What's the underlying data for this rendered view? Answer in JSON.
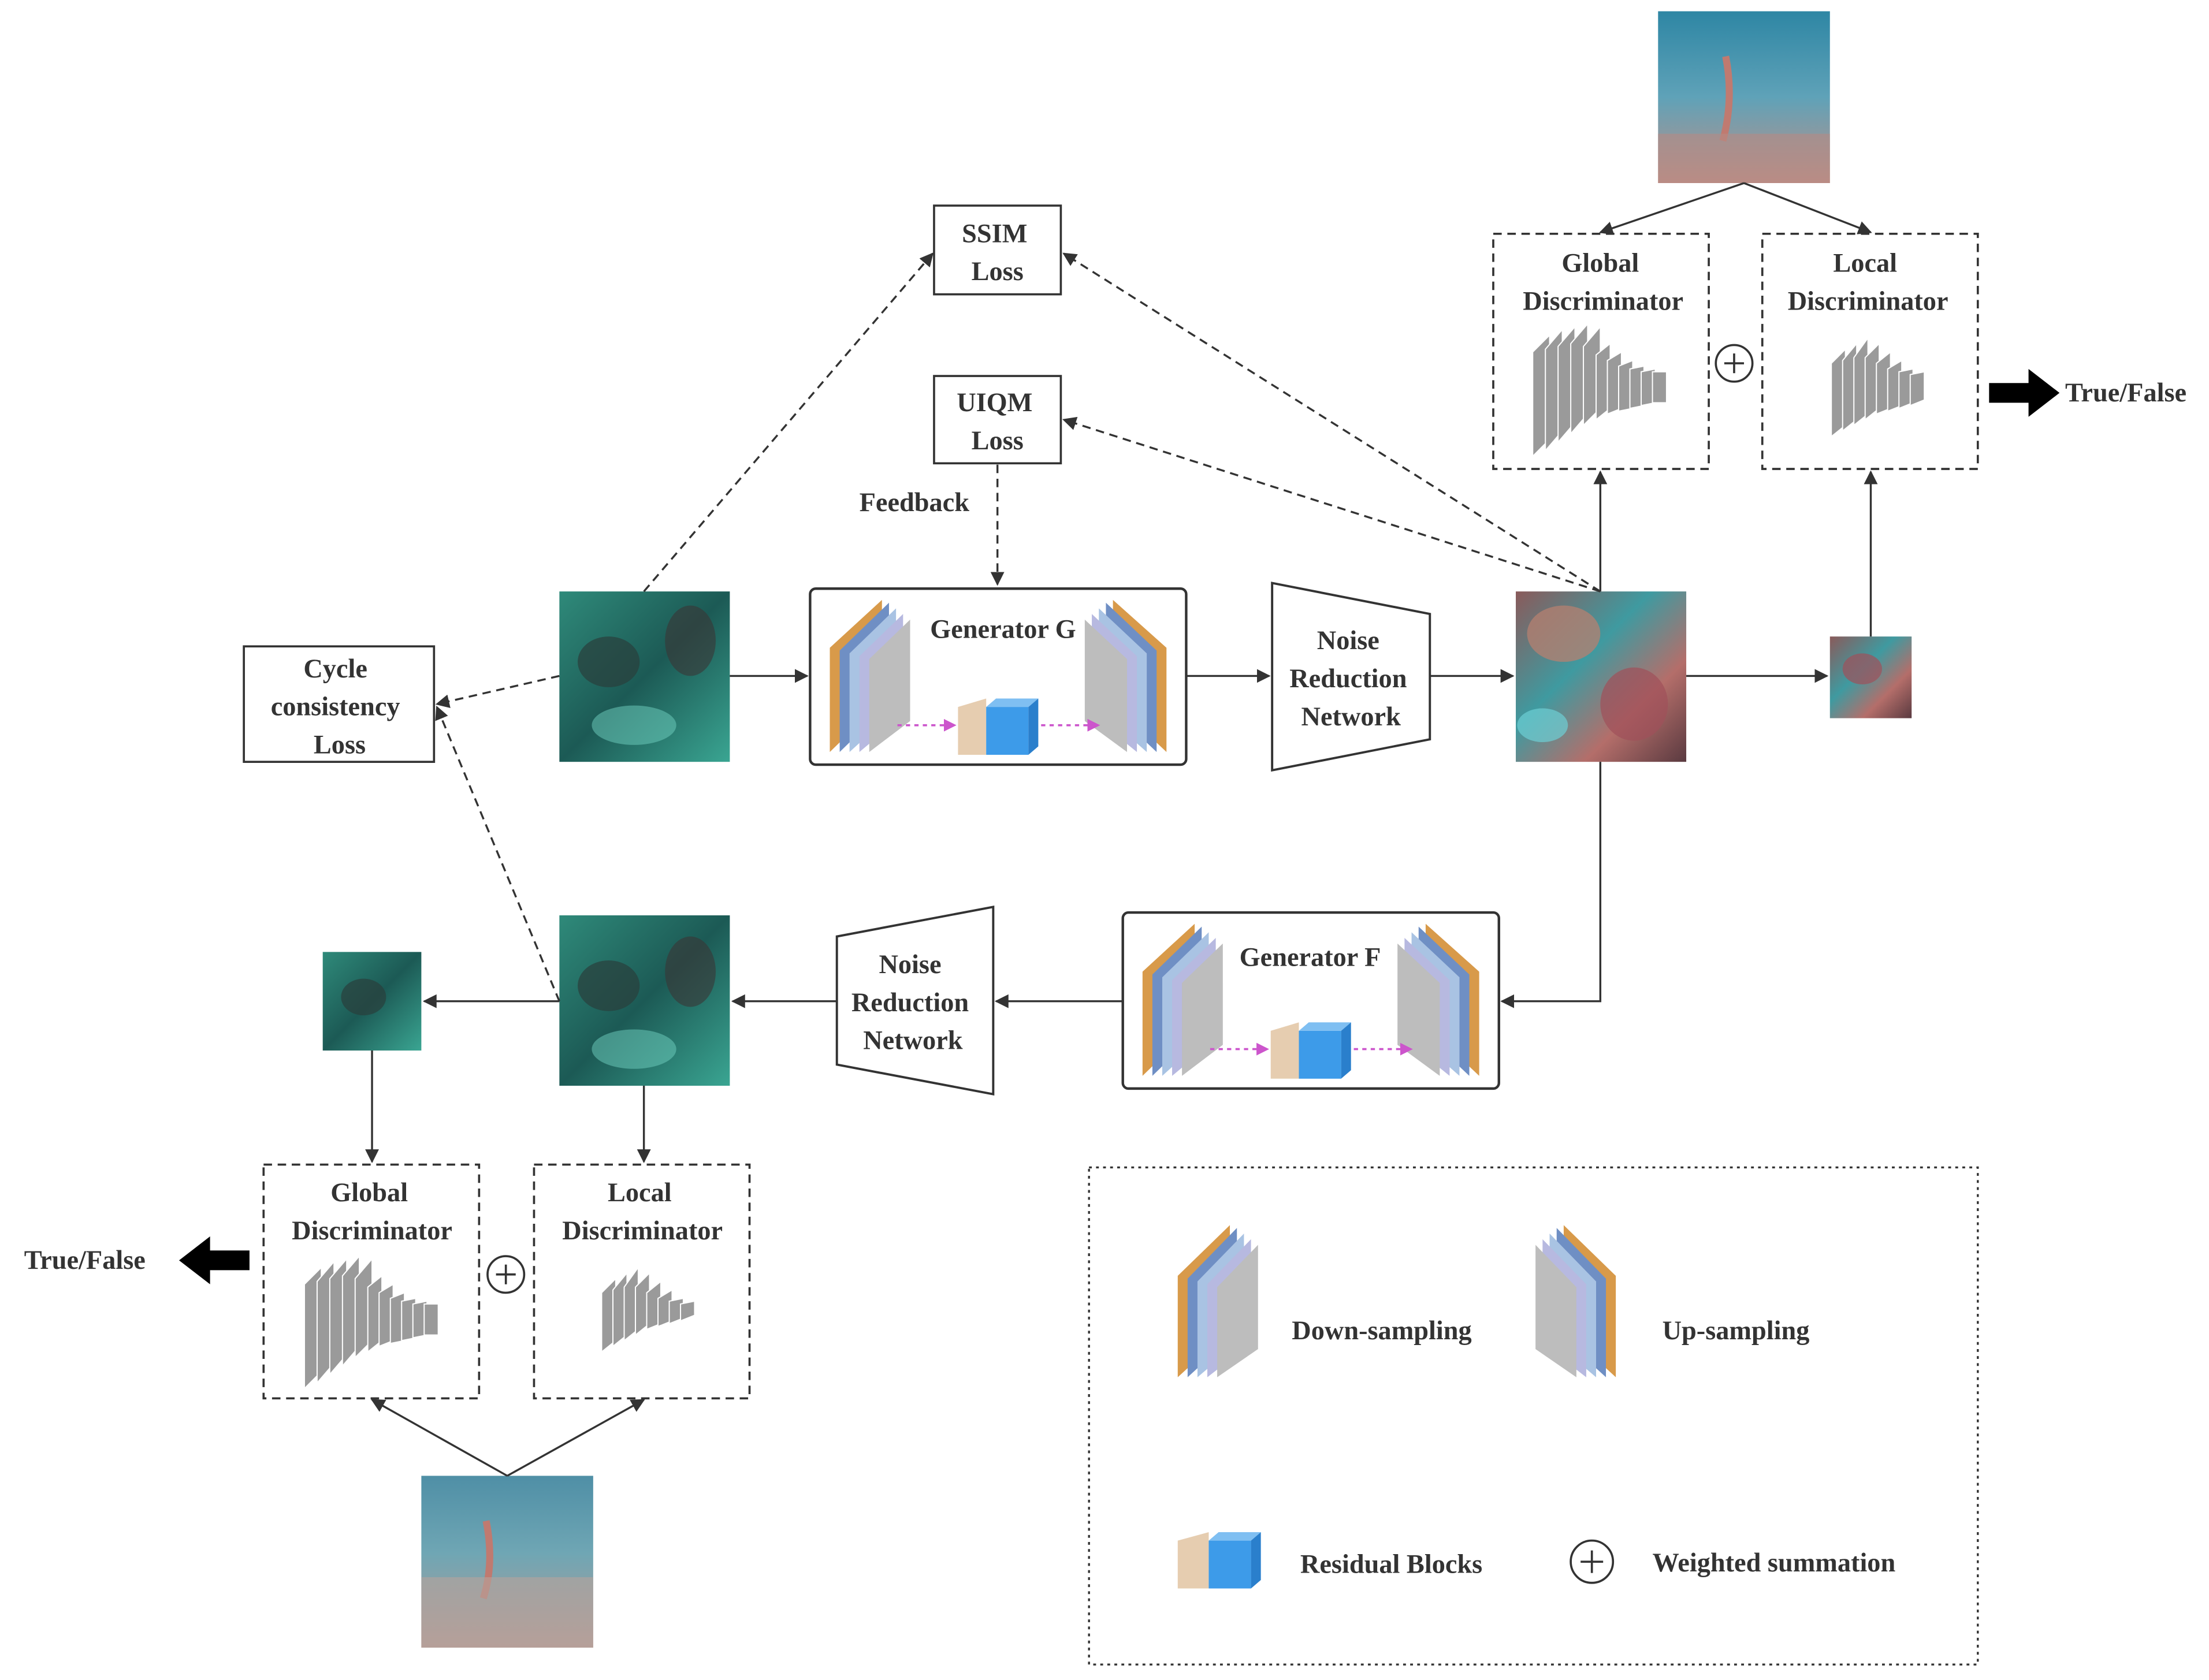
{
  "labels": {
    "ssim": [
      "SSIM",
      "Loss"
    ],
    "uiqm": [
      "UIQM",
      "Loss"
    ],
    "feedback": "Feedback",
    "cycle": [
      "Cycle",
      "consistency",
      "Loss"
    ],
    "generator_g": "Generator G",
    "generator_f": "Generator F",
    "noise_top": [
      "Noise",
      "Reduction",
      "Network"
    ],
    "noise_bottom": [
      "Noise",
      "Reduction",
      "Network"
    ],
    "global_disc_top": [
      "Global",
      "Discriminator"
    ],
    "local_disc_top": [
      "Local",
      "Discriminator"
    ],
    "global_disc_bottom": [
      "Global",
      "Discriminator"
    ],
    "local_disc_bottom": [
      "Local",
      "Discriminator"
    ],
    "true_false_top": "True/False",
    "true_false_bottom": "True/False"
  },
  "legend": {
    "down_sampling": "Down-sampling",
    "up_sampling": "Up-sampling",
    "residual_blocks": "Residual Blocks",
    "weighted_summation": "Weighted summation"
  },
  "colors": {
    "ink": "#333333",
    "layer_orange": "#d89a4a",
    "layer_blue": "#6f8fc4",
    "layer_lightblue": "#a9c3e3",
    "layer_lavender": "#b7b9e0",
    "layer_gray": "#bdbdbd",
    "residual_tan": "#e6cdb0",
    "residual_blue": "#3d9be9",
    "skip_arrow": "#cc55cc",
    "disc_gray": "#9a9a9a"
  },
  "icons": [
    "weighted-sum-icon",
    "thick-arrow-icon",
    "down-sampling-icon",
    "up-sampling-icon",
    "residual-block-icon"
  ]
}
